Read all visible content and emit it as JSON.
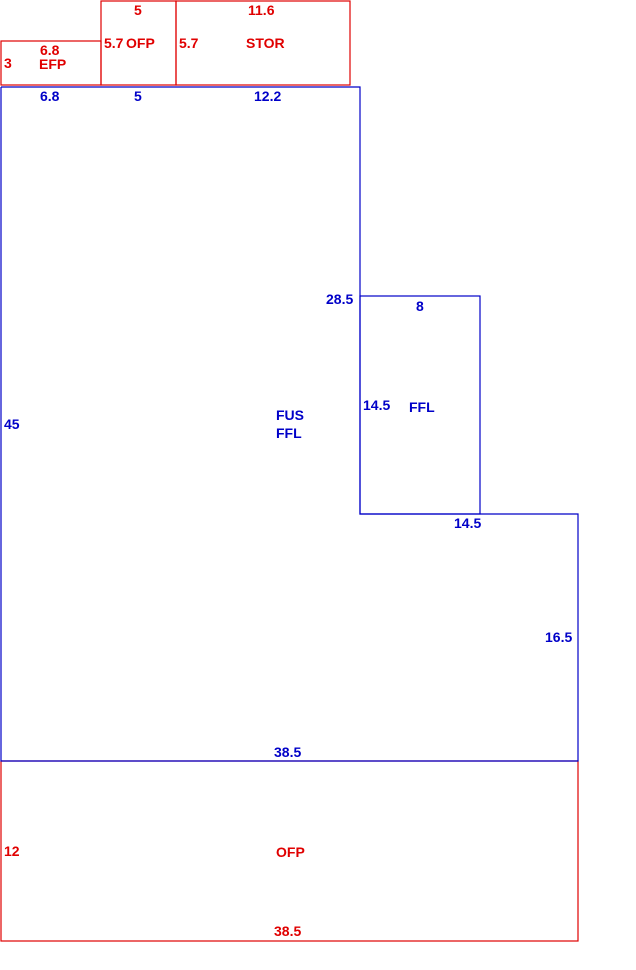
{
  "colors": {
    "red": "#e00000",
    "blue": "#0000c8"
  },
  "efp": {
    "label": "EFP",
    "top": "6.8",
    "left": "3"
  },
  "ofp_top": {
    "label": "OFP",
    "top": "5",
    "left": "5.7"
  },
  "stor": {
    "label": "STOR",
    "top": "11.6",
    "left": "5.7"
  },
  "fus": {
    "label_line1": "FUS",
    "label_line2": "FFL",
    "top_seg1": "6.8",
    "top_seg2": "5",
    "top_seg3": "12.2",
    "left": "45",
    "right_upper": "28.5",
    "bottom": "38.5",
    "right_lower": "16.5",
    "step": "14.5"
  },
  "ffl": {
    "label": "FFL",
    "top": "8",
    "left": "14.5"
  },
  "ofp_bottom": {
    "label": "OFP",
    "left": "12",
    "bottom": "38.5"
  }
}
